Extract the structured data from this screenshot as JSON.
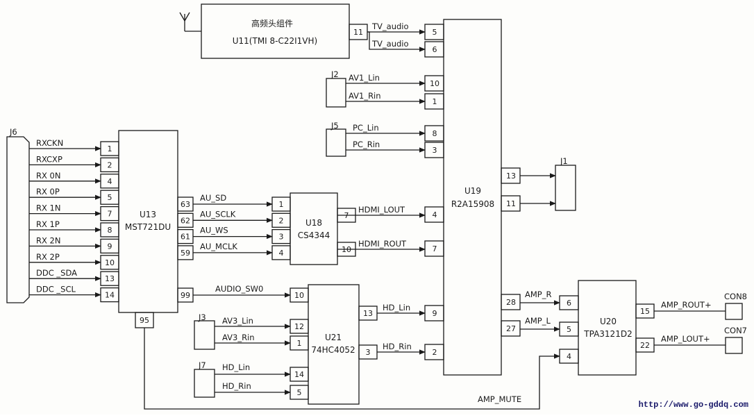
{
  "chips": {
    "u11": {
      "name": "高频头组件",
      "model": "U11(TMI 8-C22I1VH)"
    },
    "u13": {
      "ref": "U13",
      "model": "MST721DU"
    },
    "u18": {
      "ref": "U18",
      "model": "CS4344"
    },
    "u19": {
      "ref": "U19",
      "model": "R2A15908"
    },
    "u20": {
      "ref": "U20",
      "model": "TPA3121D2"
    },
    "u21": {
      "ref": "U21",
      "model": "74HC4052"
    }
  },
  "connectors": {
    "j1": "J1",
    "j2": "J2",
    "j3": "J3",
    "j5": "J5",
    "j6": "J6",
    "j7": "J7",
    "con7": "CON7",
    "con8": "CON8"
  },
  "j6_signals": [
    {
      "name": "RXCKN",
      "pin": "1"
    },
    {
      "name": "RXCXP",
      "pin": "2"
    },
    {
      "name": "RX 0N",
      "pin": "4"
    },
    {
      "name": "RX 0P",
      "pin": "5"
    },
    {
      "name": "RX 1N",
      "pin": "7"
    },
    {
      "name": "RX 1P",
      "pin": "8"
    },
    {
      "name": "RX 2N",
      "pin": "9"
    },
    {
      "name": "RX 2P",
      "pin": "10"
    },
    {
      "name": "DDC _SDA",
      "pin": "13"
    },
    {
      "name": "DDC _SCL",
      "pin": "14"
    }
  ],
  "u13_outputs": [
    {
      "name": "AU_SD",
      "out_pin": "63",
      "in_pin": "1"
    },
    {
      "name": "AU_SCLK",
      "out_pin": "62",
      "in_pin": "2"
    },
    {
      "name": "AU_WS",
      "out_pin": "61",
      "in_pin": "3"
    },
    {
      "name": "AU_MCLK",
      "out_pin": "59",
      "in_pin": "4"
    }
  ],
  "audio_swo": {
    "name": "AUDIO_SW0",
    "out_pin": "99",
    "in_pin": "10"
  },
  "u13_pin95": "95",
  "tv_audio": [
    {
      "name": "TV_audio",
      "pin": "5"
    },
    {
      "name": "TV_audio",
      "pin": "6"
    }
  ],
  "u11_pin": "11",
  "j2_signals": [
    {
      "name": "AV1_Lin",
      "pin": "10"
    },
    {
      "name": "AV1_Rin",
      "pin": "1"
    }
  ],
  "j5_signals": [
    {
      "name": "PC_Lin",
      "pin": "8"
    },
    {
      "name": "PC_Rin",
      "pin": "3"
    }
  ],
  "hdmi": [
    {
      "name": "HDMI_LOUT",
      "out_pin": "7",
      "in_pin": "4"
    },
    {
      "name": "HDMI_ROUT",
      "out_pin": "10",
      "in_pin": "7"
    }
  ],
  "u19_j1_pins": [
    "13",
    "11"
  ],
  "j3_signals": [
    {
      "name": "AV3_Lin",
      "pin": "12"
    },
    {
      "name": "AV3_Rin",
      "pin": "1"
    }
  ],
  "j7_signals": [
    {
      "name": "HD_Lin",
      "pin": "14"
    },
    {
      "name": "HD_Rin",
      "pin": "5"
    }
  ],
  "hd_out": [
    {
      "name": "HD_Lin",
      "out_pin": "13",
      "in_pin": "9"
    },
    {
      "name": "HD_Rin",
      "out_pin": "3",
      "in_pin": "2"
    }
  ],
  "amp": [
    {
      "name": "AMP_R",
      "out_pin": "28",
      "in_pin": "6"
    },
    {
      "name": "AMP_L",
      "out_pin": "27",
      "in_pin": "5"
    }
  ],
  "amp_mute": {
    "name": "AMP_MUTE",
    "pin": "4"
  },
  "u20_out": [
    {
      "name": "AMP_ROUT+",
      "pin": "15"
    },
    {
      "name": "AMP_LOUT+",
      "pin": "22"
    }
  ],
  "watermark": "http://www.go-gddq.com"
}
